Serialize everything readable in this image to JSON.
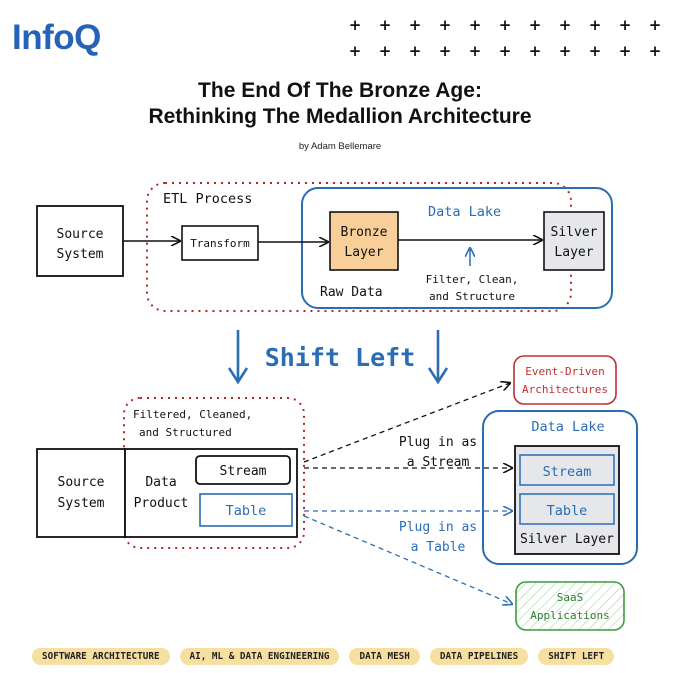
{
  "brand": {
    "logo_text": "InfoQ"
  },
  "header": {
    "title_line1": "The End Of The Bronze Age:",
    "title_line2": "Rethinking The Medallion Architecture",
    "byline": "by Adam Bellemare"
  },
  "top_diagram": {
    "source_system": [
      "Source",
      "System"
    ],
    "etl_process": "ETL Process",
    "transform": "Transform",
    "data_lake": "Data Lake",
    "bronze_layer": [
      "Bronze",
      "Layer"
    ],
    "raw_data": "Raw Data",
    "silver_layer": [
      "Silver",
      "Layer"
    ],
    "filter_note": [
      "Filter, Clean,",
      "and Structure"
    ]
  },
  "shift_left": "Shift Left",
  "bottom_diagram": {
    "filtered_note": [
      "Filtered, Cleaned,",
      "and Structured"
    ],
    "source_system": [
      "Source",
      "System"
    ],
    "data_product": [
      "Data",
      "Product"
    ],
    "stream": "Stream",
    "table": "Table",
    "event_driven": [
      "Event-Driven",
      "Architectures"
    ],
    "data_lake": "Data Lake",
    "lake_stream": "Stream",
    "lake_table": "Table",
    "silver_layer": "Silver Layer",
    "plug_stream": [
      "Plug in as",
      "a Stream"
    ],
    "plug_table": [
      "Plug in as",
      "a Table"
    ],
    "saas": [
      "SaaS",
      "Applications"
    ]
  },
  "tags": [
    "SOFTWARE ARCHITECTURE",
    "AI, ML & DATA ENGINEERING",
    "DATA MESH",
    "DATA PIPELINES",
    "SHIFT LEFT"
  ],
  "colors": {
    "brand_blue": "#2563b8",
    "dashed_red": "#b02a2a",
    "bronze_fill": "#f8cf98",
    "silver_fill": "#e5e7ea",
    "saas_green": "#3f9b3f",
    "tag_bg": "#f7dfa1"
  }
}
